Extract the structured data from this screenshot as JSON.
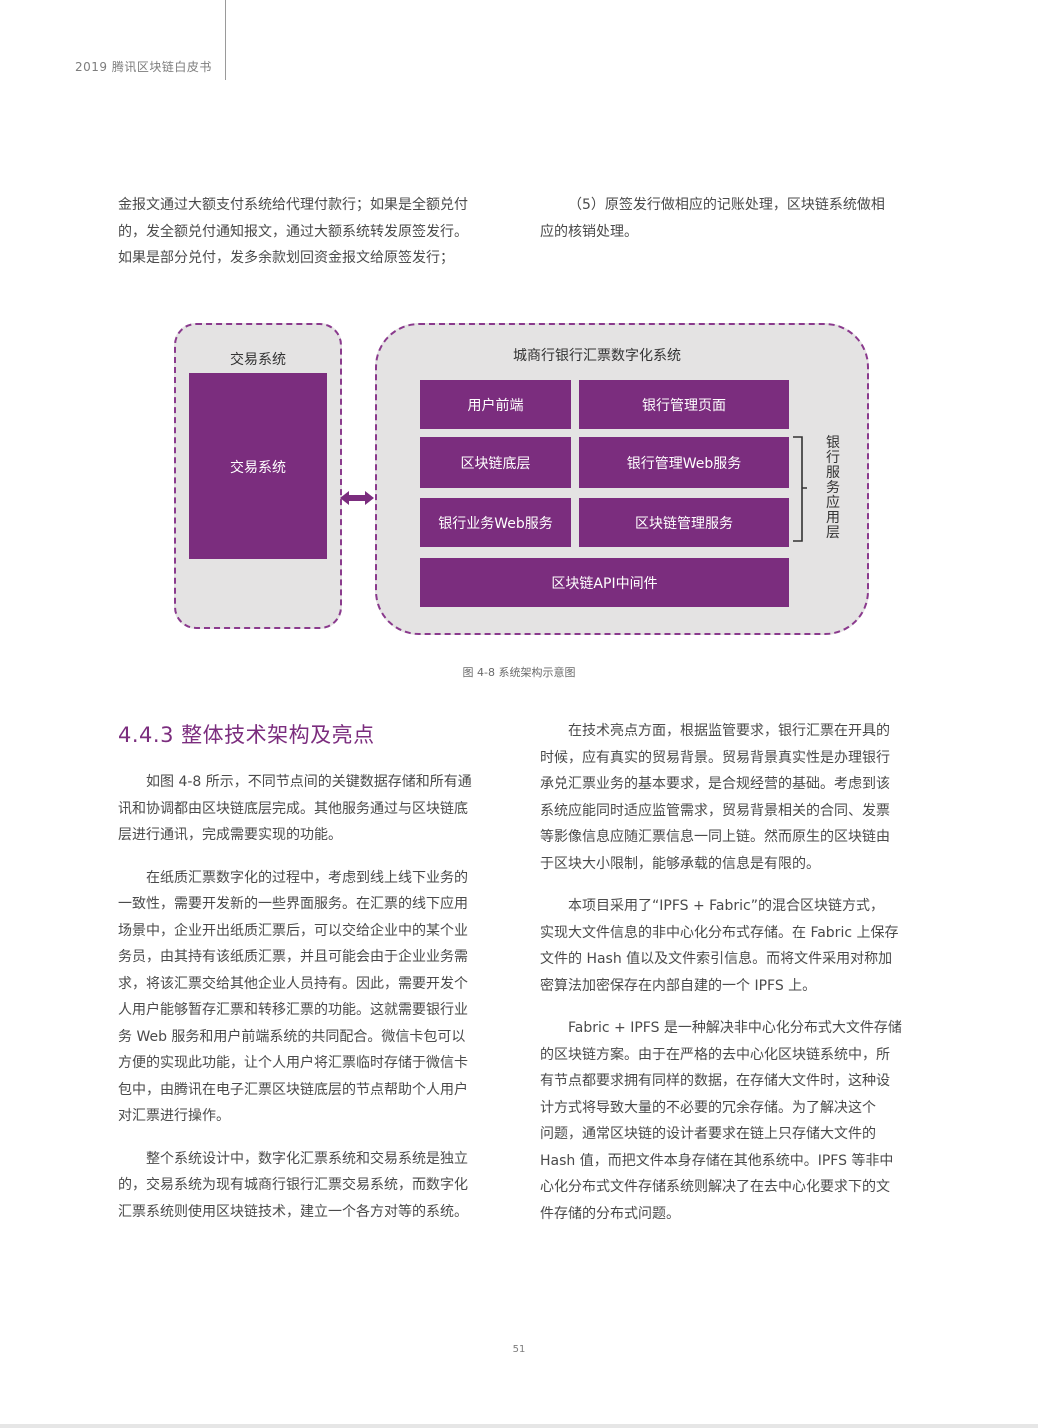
{
  "header": {
    "title": "2019 腾讯区块链白皮书"
  },
  "top_left_lines": [
    "金报文通过大额支付系统给代理付款行；如果是全额兑付",
    "的，发全额兑付通知报文，通过大额系统转发原签发行。",
    "如果是部分兑付，发多余款划回资金报文给原签发行；"
  ],
  "top_right_lines": [
    "（5）原签发行做相应的记账处理，区块链系统做相",
    "应的核销处理。"
  ],
  "diagram": {
    "left_title": "交易系统",
    "left_inner": "交易系统",
    "right_title": "城商行银行汇票数字化系统",
    "boxes": {
      "user_frontend": "用户前端",
      "bank_admin_page": "银行管理页面",
      "blockchain_base": "区块链底层",
      "bank_admin_web": "银行管理Web服务",
      "bank_business_web": "银行业务Web服务",
      "chain_admin_service": "区块链管理服务",
      "api_middleware": "区块链API中间件"
    },
    "side_label_chars": [
      "银",
      "行",
      "服",
      "务",
      "应",
      "用",
      "层"
    ],
    "accent_color": "#7b2d7e"
  },
  "caption": "图 4-8 系统架构示意图",
  "section_heading": "4.4.3 整体技术架构及亮点",
  "left_paragraphs": [
    [
      "如图 4-8 所示，不同节点间的关键数据存储和所有通",
      "讯和协调都由区块链底层完成。其他服务通过与区块链底",
      "层进行通讯，完成需要实现的功能。"
    ],
    [
      "在纸质汇票数字化的过程中，考虑到线上线下业务的",
      "一致性，需要开发新的一些界面服务。在汇票的线下应用",
      "场景中，企业开出纸质汇票后，可以交给企业中的某个业",
      "务员，由其持有该纸质汇票，并且可能会由于企业业务需",
      "求，将该汇票交给其他企业人员持有。因此，需要开发个",
      "人用户能够暂存汇票和转移汇票的功能。这就需要银行业",
      "务 Web 服务和用户前端系统的共同配合。微信卡包可以",
      "方便的实现此功能，让个人用户将汇票临时存储于微信卡",
      "包中，由腾讯在电子汇票区块链底层的节点帮助个人用户",
      "对汇票进行操作。"
    ],
    [
      "整个系统设计中，数字化汇票系统和交易系统是独立",
      "的，交易系统为现有城商行银行汇票交易系统，而数字化",
      "汇票系统则使用区块链技术，建立一个各方对等的系统。"
    ]
  ],
  "right_paragraphs": [
    [
      "在技术亮点方面，根据监管要求，银行汇票在开具的",
      "时候，应有真实的贸易背景。贸易背景真实性是办理银行",
      "承兑汇票业务的基本要求，是合规经营的基础。考虑到该",
      "系统应能同时适应监管需求，贸易背景相关的合同、发票",
      "等影像信息应随汇票信息一同上链。然而原生的区块链由",
      "于区块大小限制，能够承载的信息是有限的。"
    ],
    [
      "本项目采用了“IPFS + Fabric”的混合区块链方式，",
      "实现大文件信息的非中心化分布式存储。在 Fabric 上保存",
      "文件的 Hash 值以及文件索引信息。而将文件采用对称加",
      "密算法加密保存在内部自建的一个 IPFS 上。"
    ],
    [
      "Fabric + IPFS 是一种解决非中心化分布式大文件存储",
      "的区块链方案。由于在严格的去中心化区块链系统中，所",
      "有节点都要求拥有同样的数据，在存储大文件时，这种设",
      "计方式将导致大量的不必要的冗余存储。为了解决这个",
      "问题，通常区块链的设计者要求在链上只存储大文件的",
      "Hash 值，而把文件本身存储在其他系统中。IPFS 等非中",
      "心化分布式文件存储系统则解决了在去中心化要求下的文",
      "件存储的分布式问题。"
    ]
  ],
  "page_number": "51"
}
